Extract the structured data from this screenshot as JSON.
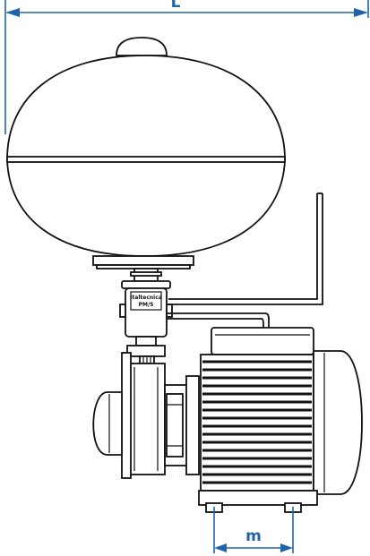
{
  "dimensions": {
    "overall_length_label": "L",
    "foot_spacing_label": "m"
  },
  "pressure_switch": {
    "plate_line_1": "Italtecnica",
    "plate_line_2": "PM/5"
  },
  "colors": {
    "dimension_blue": "#1f64ab",
    "line_black": "#111111",
    "background": "#ffffff"
  }
}
